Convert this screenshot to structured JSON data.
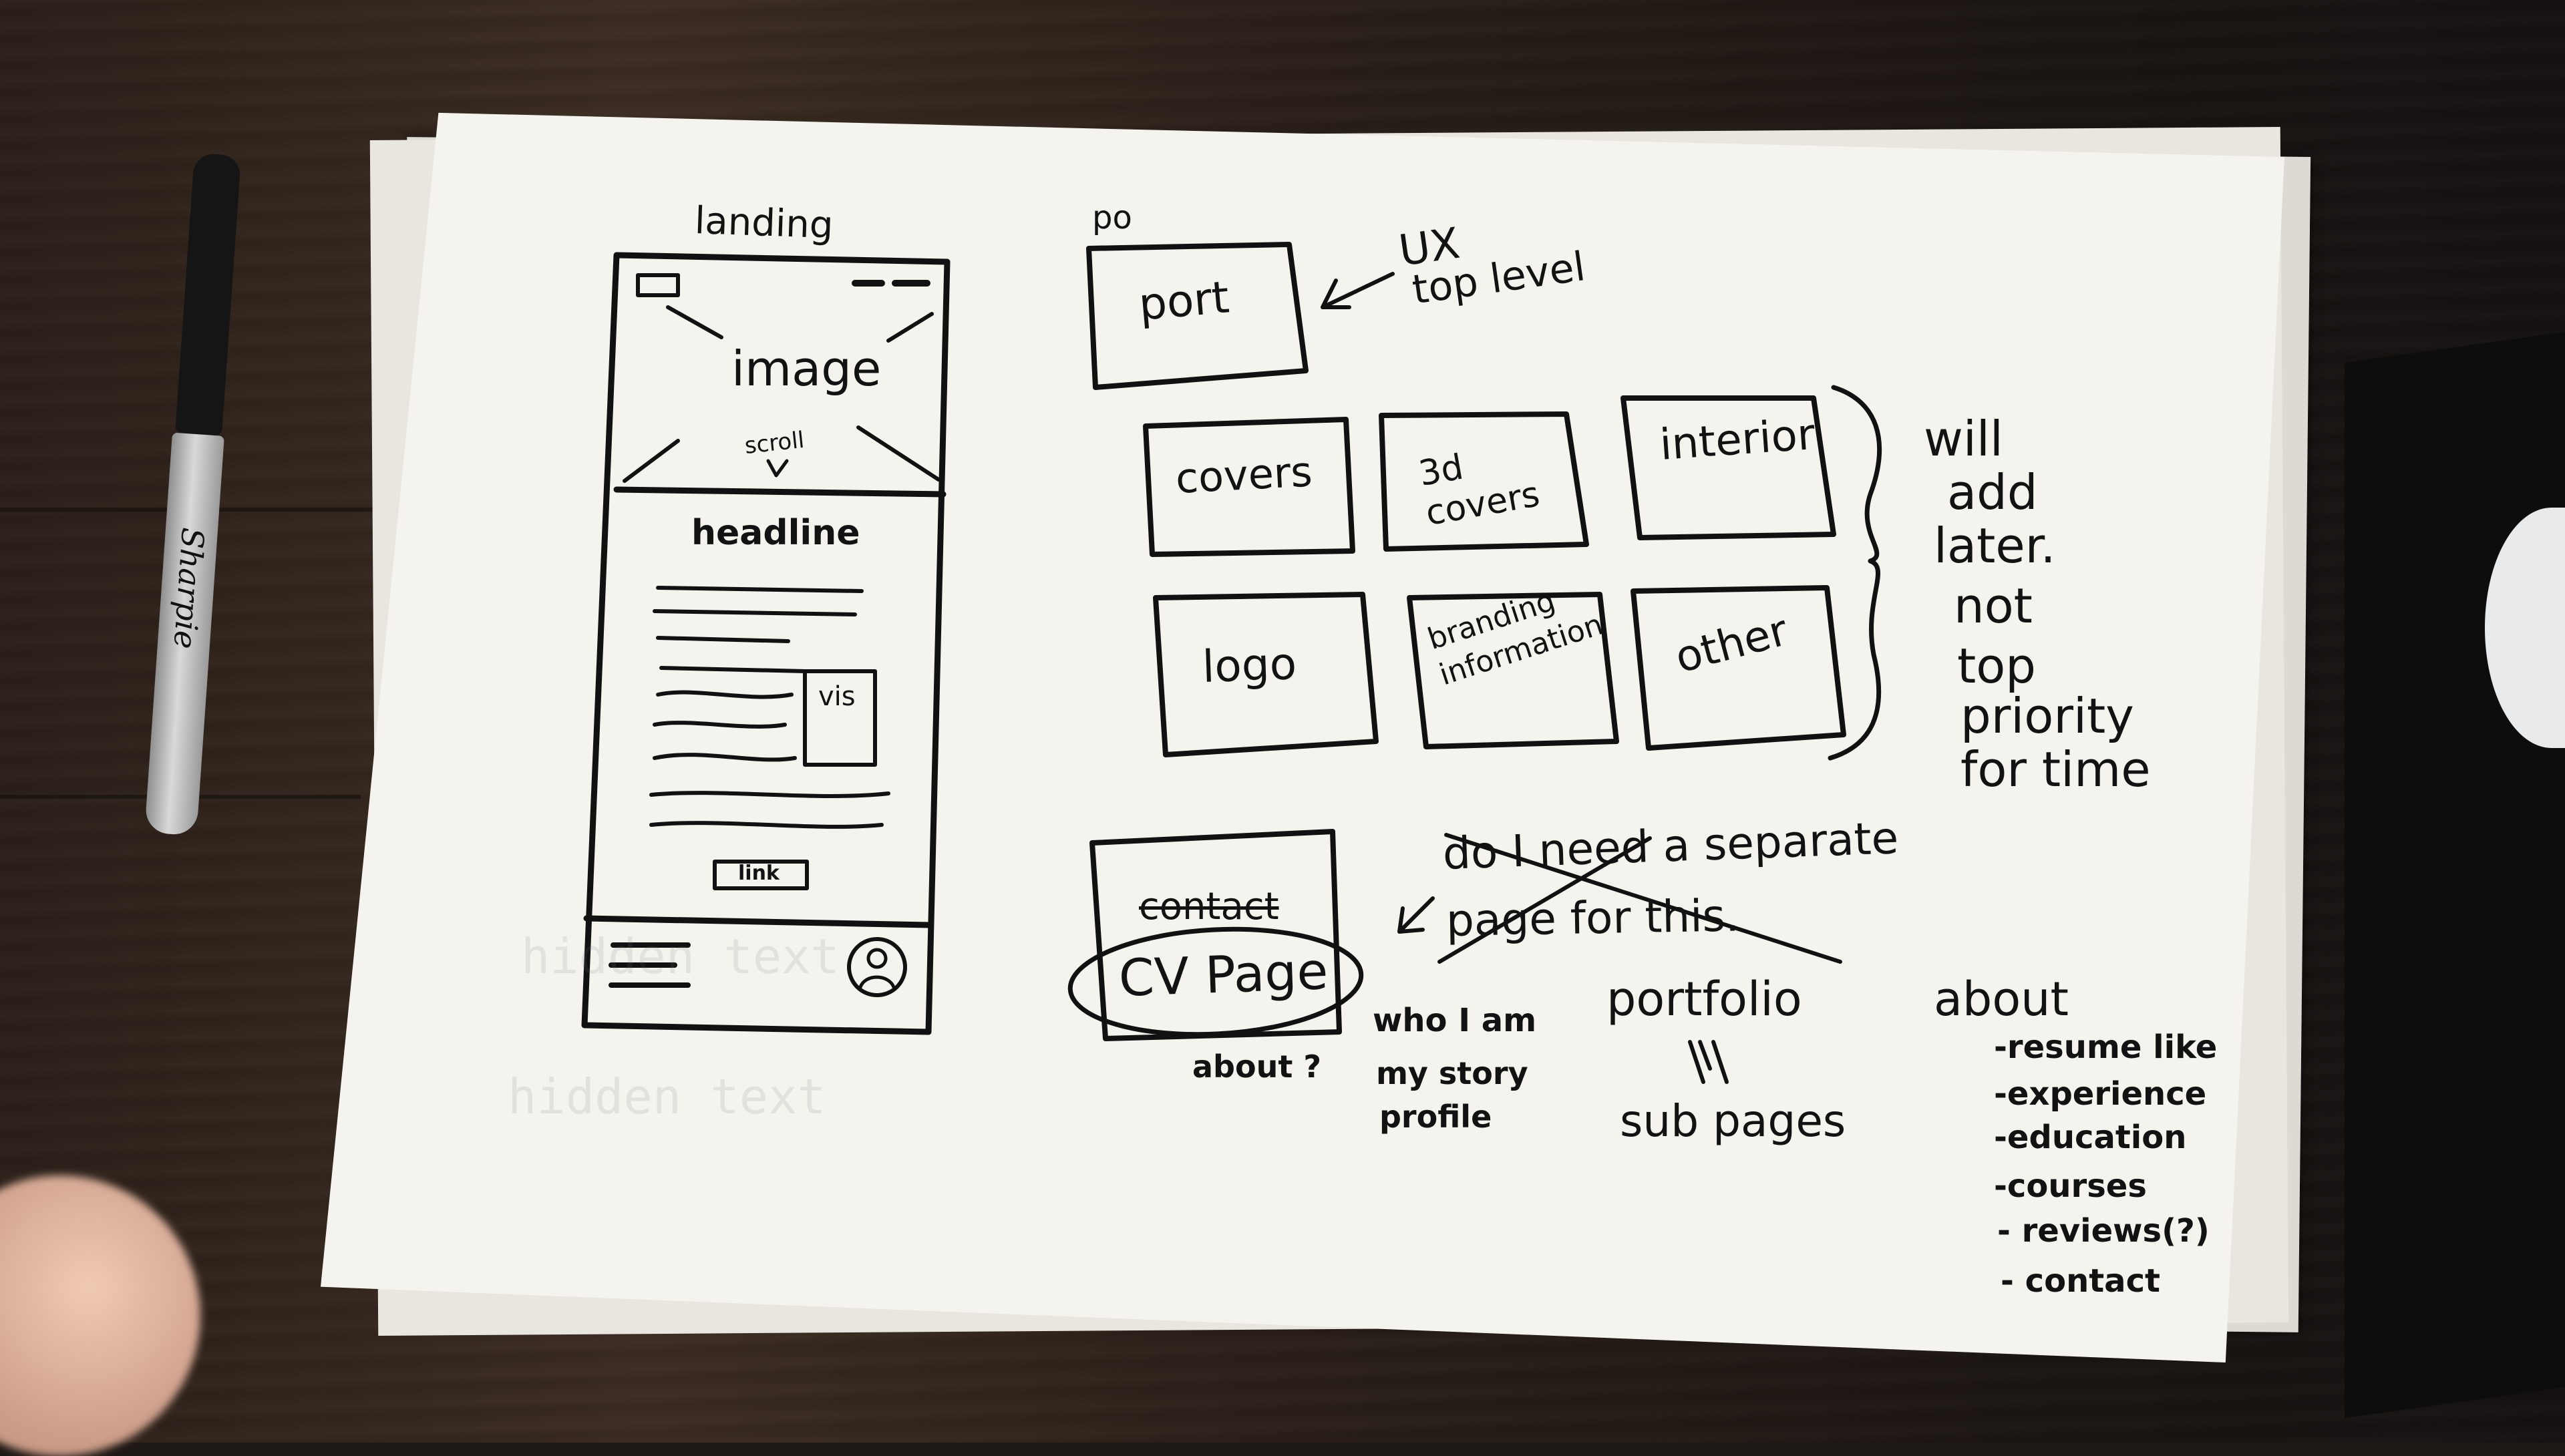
{
  "pen": {
    "brand": "Sharpie"
  },
  "landing": {
    "label": "landing",
    "image_label": "image",
    "scroll_label": "scroll",
    "headline_label": "headline",
    "vis_label": "vis",
    "link_label": "link"
  },
  "po": {
    "label": "po",
    "port_label": "port",
    "ux_note_line1": "UX",
    "ux_note_line2": "top level",
    "boxes": [
      "covers",
      "3d covers",
      "interior",
      "logo",
      "branding information",
      "other"
    ],
    "later_note": [
      "will",
      "add",
      "later.",
      "not",
      "top",
      "priority",
      "for time"
    ]
  },
  "cv": {
    "contact_crossed": "contact",
    "cv_page": "CV Page",
    "about_q": "about ?",
    "question_line1": "do I need a separate",
    "question_line2": "page for this."
  },
  "columns": {
    "who": [
      "who I am",
      "my story",
      "profile"
    ],
    "portfolio": "portfolio",
    "portfolio_arrow": "/|\\",
    "subpages": "sub pages",
    "about": "about",
    "about_items": [
      "-resume like",
      "-experience",
      "-education",
      "-courses",
      "- reviews(?)",
      "- contact"
    ]
  }
}
